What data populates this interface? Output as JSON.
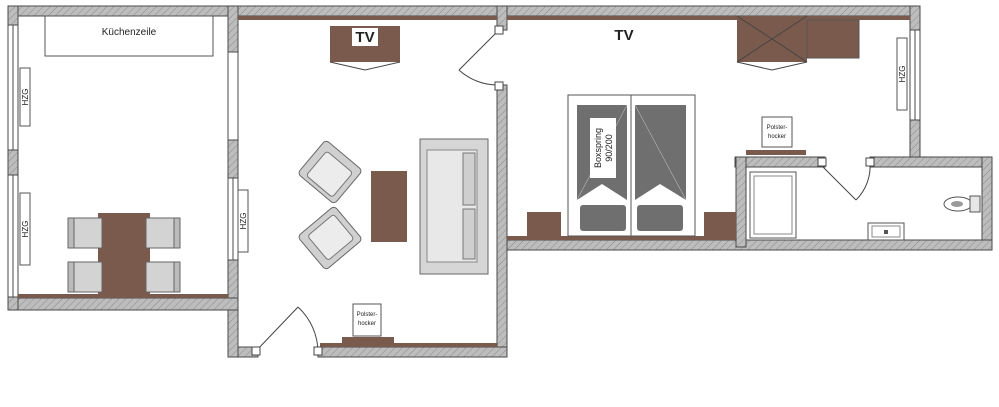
{
  "plan": {
    "kitchen_label": "Küchenzeile",
    "tv_living": "TV",
    "tv_bedroom": "TV",
    "heater_label": "HZG",
    "bed_label_line1": "Boxspring",
    "bed_label_line2": "90/200",
    "stool_label_line1": "Polster-",
    "stool_label_line2": "hocker"
  },
  "colors": {
    "wall": "#b9b9b9",
    "wall_outline": "#4a4a4a",
    "furniture_wood": "#7a5a4c",
    "sofa": "#d6d6d6",
    "chair": "#cfcfcf",
    "pillow": "#6f6f6f"
  }
}
